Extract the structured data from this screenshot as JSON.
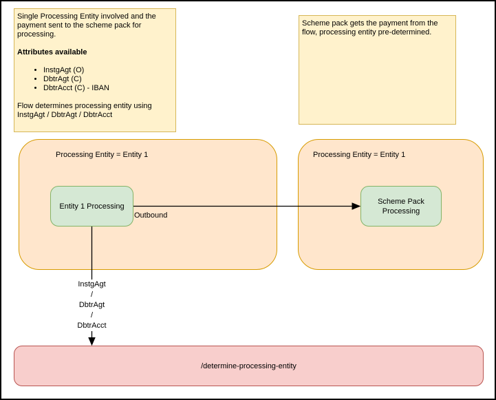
{
  "notes": {
    "left": {
      "intro": "Single Processing Entity involved and the payment sent to the scheme pack for processing.",
      "heading": "Attributes available",
      "bullets": [
        "InstgAgt (O)",
        "DbtrAgt (C)",
        "DbtrAcct (C) - IBAN"
      ],
      "footer": "Flow determines processing entity using InstgAgt / DbtrAgt / DbtrAcct"
    },
    "right": {
      "text": "Scheme pack gets the payment from the flow, processing entity pre-determined."
    }
  },
  "containers": {
    "left": {
      "label": "Processing Entity = Entity 1"
    },
    "right": {
      "label": "Processing Entity = Entity 1"
    }
  },
  "nodes": {
    "entity1": {
      "label": "Entity 1 Processing"
    },
    "schemePack": {
      "label": "Scheme Pack Processing"
    },
    "endpoint": {
      "label": "/determine-processing-entity"
    }
  },
  "edges": {
    "outbound": {
      "label": "Outbound"
    },
    "determine": {
      "lines": [
        "InstgAgt",
        "/",
        "DbtrAgt",
        "/",
        "DbtrAcct"
      ]
    }
  },
  "colors": {
    "note_fill": "#fff2cc",
    "note_border": "#d6b656",
    "container_fill": "#ffe6cc",
    "container_border": "#d79b00",
    "process_fill": "#d5e8d4",
    "process_border": "#82b366",
    "endpoint_fill": "#f8cecc",
    "endpoint_border": "#b85450",
    "connector": "#000000"
  }
}
